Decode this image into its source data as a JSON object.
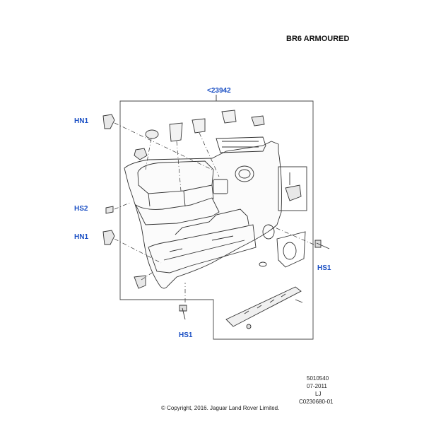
{
  "header": {
    "title": "BR6 ARMOURED"
  },
  "callouts": {
    "assembly": "<23942",
    "hn1_upper": "HN1",
    "hs2": "HS2",
    "hn1_lower": "HN1",
    "hs1_right": "HS1",
    "hs1_bottom": "HS1"
  },
  "meta": {
    "ref_number": "5010540",
    "date": "07-2011",
    "initials": "LJ",
    "illustration_id": "C0230680-01"
  },
  "footer": {
    "copyright": "© Copyright, 2016. Jaguar Land Rover Limited."
  }
}
